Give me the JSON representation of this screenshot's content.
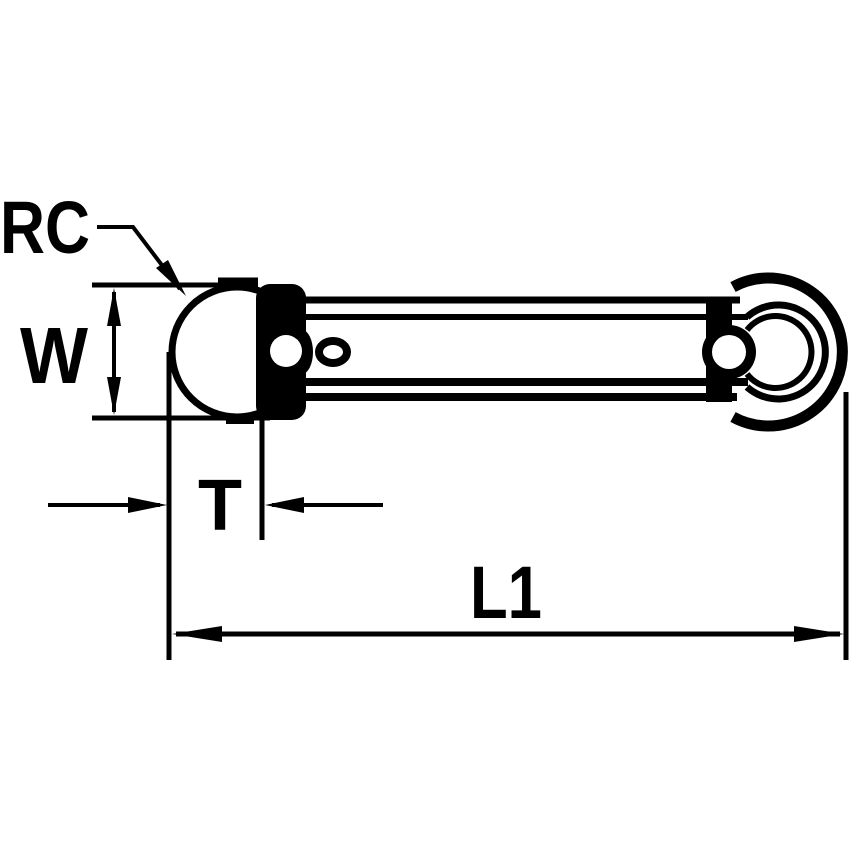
{
  "page": {
    "background": "#ffffff"
  },
  "drawing": {
    "type": "technical-dimension-drawing",
    "subject": "cut-off blade side view with dimension callouts",
    "stroke_color": "#000000",
    "fill_color": "#ffffff",
    "labels": {
      "corner_radius": "RC",
      "width": "W",
      "thickness": "T",
      "length": "L1"
    }
  }
}
